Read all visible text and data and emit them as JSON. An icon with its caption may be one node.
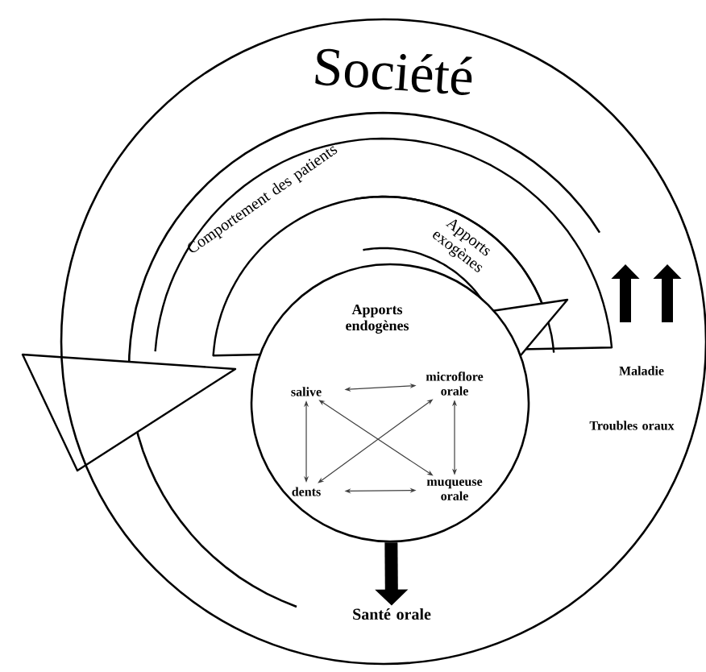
{
  "diagram": {
    "nodes": [
      {
        "text": [
          "Société"
        ]
      },
      {
        "text": [
          "Apports endogènes"
        ],
        "in": 0
      },
      {
        "text": [
          "salive"
        ],
        "in": 1
      },
      {
        "text": [
          "microflore orale"
        ],
        "in": 1
      },
      {
        "text": [
          "dents"
        ],
        "in": 1
      },
      {
        "text": [
          "muqueuse orale"
        ],
        "in": 1
      },
      {
        "text": [
          "Santé orale"
        ],
        "in": 0
      }
    ],
    "edges": [
      {
        "from": 2,
        "to": 3,
        "arrow": "both"
      },
      {
        "from": 2,
        "to": 4,
        "arrow": "both"
      },
      {
        "from": 3,
        "to": 5,
        "arrow": "both"
      },
      {
        "from": 4,
        "to": 5,
        "arrow": "both"
      },
      {
        "from": 2,
        "to": 5,
        "arrow": "both"
      },
      {
        "from": 3,
        "to": 4,
        "arrow": "both"
      },
      {
        "from": 1,
        "to": 6,
        "arrow": "to",
        "style": "thick"
      }
    ],
    "labels": [
      "Comportement des patients",
      "Apports exogènes",
      "Maladie",
      "Troubles oraux"
    ]
  }
}
